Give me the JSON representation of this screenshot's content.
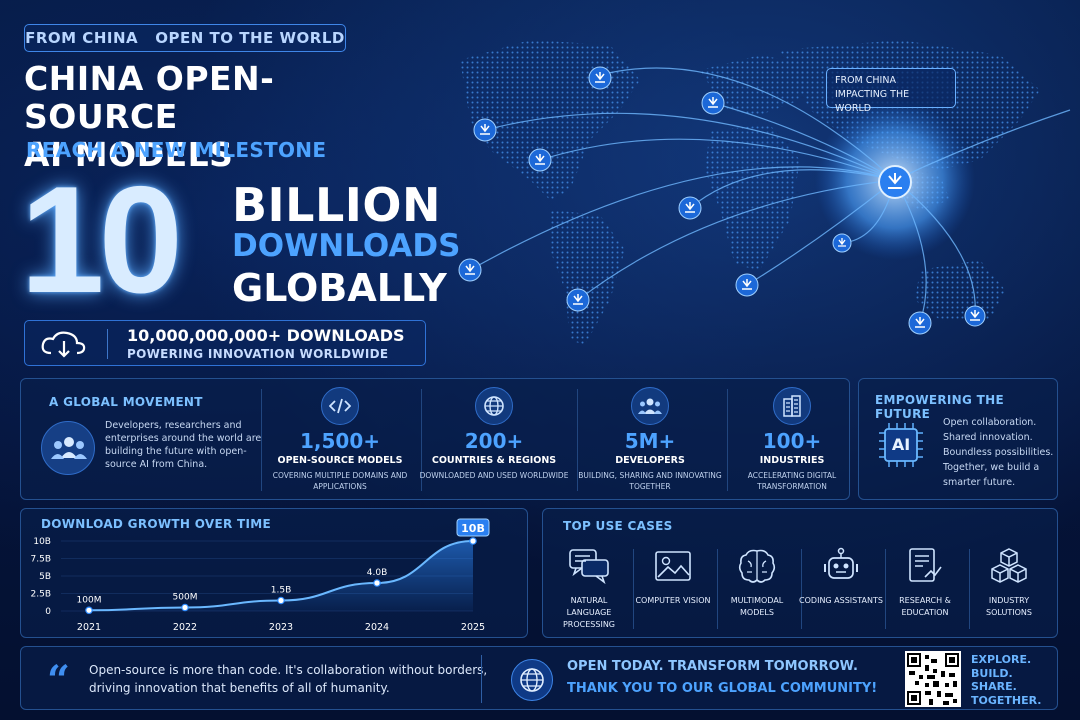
{
  "header": {
    "tag": "FROM CHINA   OPEN TO THE WORLD",
    "title_line1": "CHINA OPEN-SOURCE",
    "title_line2": "AI MODELS",
    "subtitle": "REACH A NEW MILESTONE",
    "big_number": "10",
    "big_unit": "BILLION",
    "big_line2": "DOWNLOADS",
    "big_line3": "GLOBALLY",
    "downloads_exact": "10,000,000,000+ DOWNLOADS",
    "downloads_sub": "POWERING INNOVATION WORLDWIDE"
  },
  "map": {
    "callout_line1": "FROM CHINA",
    "callout_line2": "IMPACTING THE WORLD"
  },
  "movement": {
    "title": "A GLOBAL MOVEMENT",
    "text": "Developers, researchers and enterprises around the world are building the future with open-source AI from China.",
    "stats": [
      {
        "icon": "code-icon",
        "value": "1,500+",
        "label": "OPEN-SOURCE MODELS",
        "sub": "COVERING MULTIPLE DOMAINS AND APPLICATIONS"
      },
      {
        "icon": "globe-icon",
        "value": "200+",
        "label": "COUNTRIES & REGIONS",
        "sub": "DOWNLOADED AND USED WORLDWIDE"
      },
      {
        "icon": "people-icon",
        "value": "5M+",
        "label": "DEVELOPERS",
        "sub": "BUILDING, SHARING AND INNOVATING TOGETHER"
      },
      {
        "icon": "building-icon",
        "value": "100+",
        "label": "INDUSTRIES",
        "sub": "ACCELERATING DIGITAL TRANSFORMATION"
      }
    ]
  },
  "future": {
    "title": "EMPOWERING THE FUTURE",
    "chip": "AI",
    "text": "Open collaboration. Shared innovation. Boundless possibilities. Together, we build a smarter future."
  },
  "growth": {
    "title": "DOWNLOAD GROWTH OVER TIME"
  },
  "chart_data": {
    "type": "area",
    "title": "DOWNLOAD GROWTH OVER TIME",
    "x": [
      "2021",
      "2022",
      "2023",
      "2024",
      "2025"
    ],
    "values": [
      0.1,
      0.5,
      1.5,
      4.0,
      10.0
    ],
    "labels": [
      "100M",
      "500M",
      "1.5B",
      "4.0B",
      "10B"
    ],
    "yticks": [
      "0",
      "2.5B",
      "5B",
      "7.5B",
      "10B"
    ],
    "ylim": [
      0,
      10
    ],
    "unit": "B",
    "color": "#2f8cff"
  },
  "usecases": {
    "title": "TOP USE CASES",
    "items": [
      {
        "icon": "chat-icon",
        "label": "NATURAL LANGUAGE PROCESSING"
      },
      {
        "icon": "image-icon",
        "label": "COMPUTER VISION"
      },
      {
        "icon": "brain-icon",
        "label": "MULTIMODAL MODELS"
      },
      {
        "icon": "robot-icon",
        "label": "CODING ASSISTANTS"
      },
      {
        "icon": "document-icon",
        "label": "RESEARCH & EDUCATION"
      },
      {
        "icon": "cubes-icon",
        "label": "INDUSTRY SOLUTIONS"
      }
    ]
  },
  "footer": {
    "quote": "Open-source is more than code. It's collaboration without borders, driving innovation that benefits of all of humanity.",
    "tagline1": "OPEN TODAY. TRANSFORM TOMORROW.",
    "tagline2": "THANK YOU TO OUR GLOBAL COMMUNITY!",
    "explore": [
      "EXPLORE.",
      "BUILD.",
      "SHARE.",
      "TOGETHER."
    ]
  },
  "colors": {
    "accent": "#4da3ff",
    "background": "#04112e",
    "panel_border": "#24508f"
  }
}
